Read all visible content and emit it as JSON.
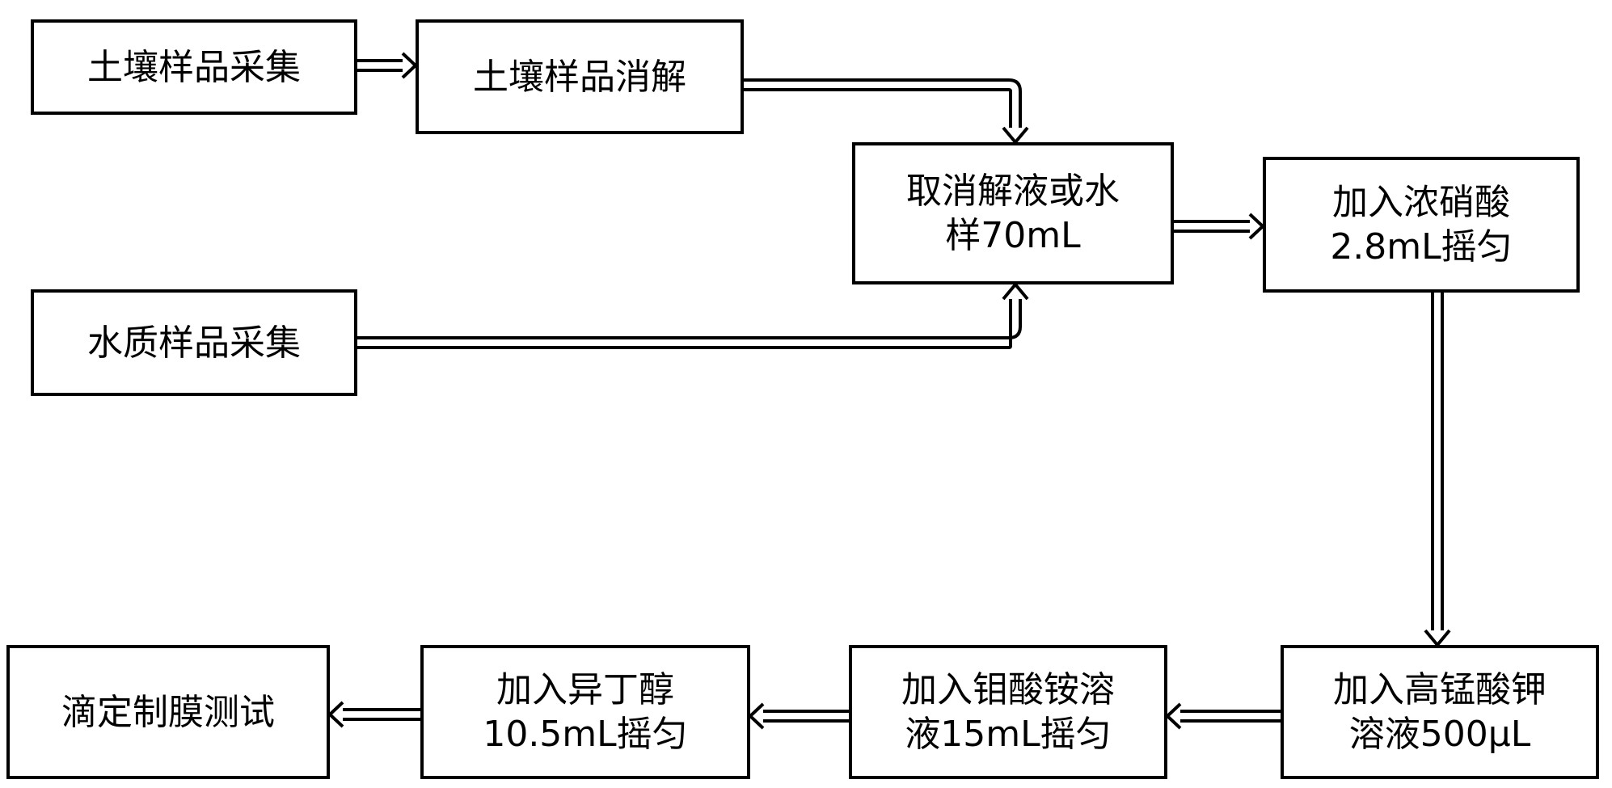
{
  "nodes": {
    "soil_collect": "土壤样品采集",
    "soil_digest": "土壤样品消解",
    "take_liquid": "取消解液或水\n样70mL",
    "water_collect": "水质样品采集",
    "add_nitric": "加入浓硝酸\n2.8mL摇匀",
    "add_kmno4": "加入高锰酸钾\n溶液500μL",
    "add_molybdate": "加入钼酸铵溶\n液15mL摇匀",
    "add_isobutanol": "加入异丁醇\n10.5mL摇匀",
    "titrate_test": "滴定制膜测试"
  },
  "colors": {
    "stroke": "#000000",
    "fill": "#ffffff"
  }
}
